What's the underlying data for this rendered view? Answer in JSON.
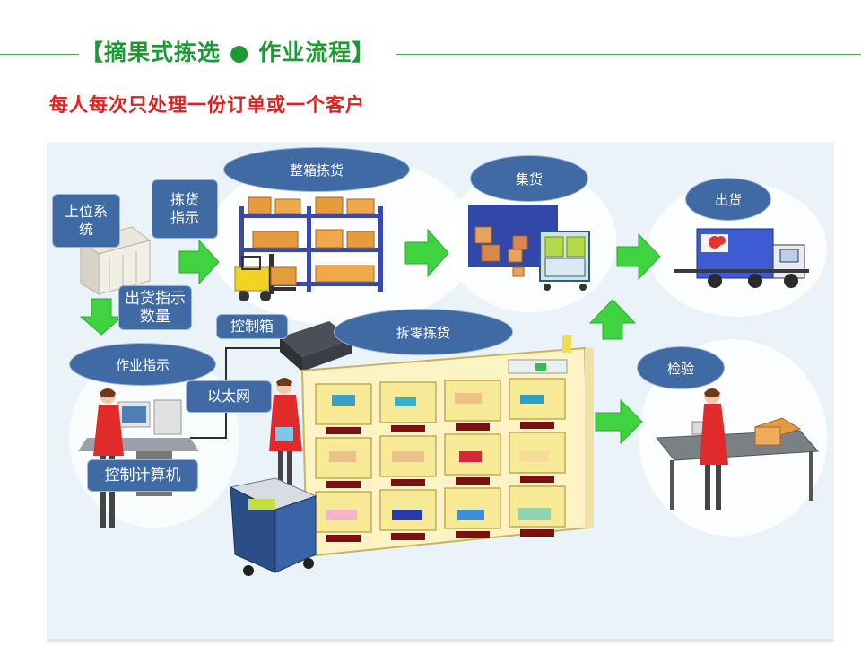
{
  "header": {
    "title": "【摘果式拣选 ● 作业流程】",
    "subtitle": "每人每次只处理一份订单或一个客户"
  },
  "diagram": {
    "nodes": {
      "upper_system": "上位系统",
      "picking_instruction": "拣货指示",
      "whole_case_picking": "整箱拣货",
      "consolidation": "集货",
      "shipping": "出货",
      "shipping_quantity_instruction": "出货指示数量",
      "control_box": "控制箱",
      "piece_picking": "拆零拣货",
      "work_instruction": "作业指示",
      "inspection": "检验",
      "ethernet": "以太网",
      "control_computer": "控制计算机"
    }
  },
  "colors": {
    "title_green": "#1e9a35",
    "subtitle_red": "#e41d1d",
    "label_blue": "#3f6aa4",
    "arrow_green": "#3fd43f",
    "panel_bg": "#eaf4f8"
  }
}
